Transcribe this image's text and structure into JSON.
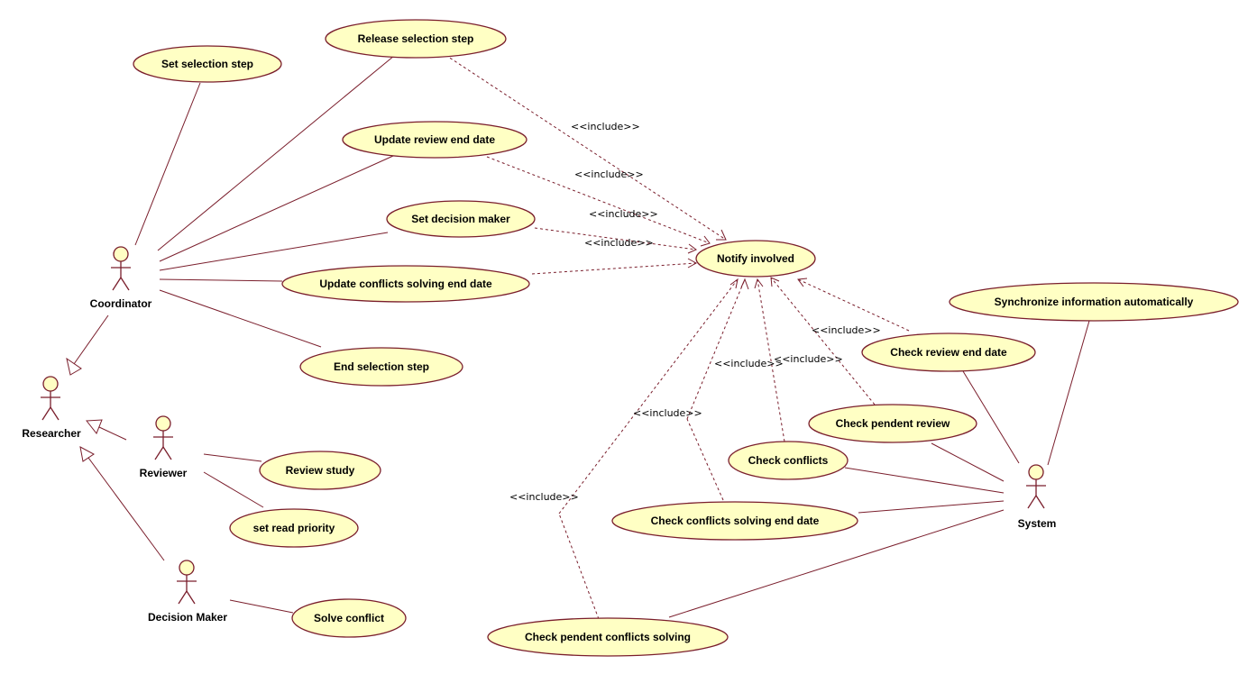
{
  "actors": {
    "coordinator": "Coordinator",
    "researcher": "Researcher",
    "reviewer": "Reviewer",
    "decision_maker": "Decision Maker",
    "system": "System"
  },
  "use_cases": {
    "set_selection_step": "Set selection step",
    "release_selection_step": "Release selection step",
    "update_review_end_date": "Update review end date",
    "set_decision_maker": "Set decision maker",
    "update_conflicts_solving_end_date": "Update conflicts solving end date",
    "end_selection_step": "End selection step",
    "notify_involved": "Notify involved",
    "synchronize_information": "Synchronize information automatically",
    "check_review_end_date": "Check review end date",
    "check_pendent_review": "Check pendent review",
    "check_conflicts": "Check conflicts",
    "check_conflicts_solving_end_date": "Check conflicts solving end  date",
    "check_pendent_conflicts_solving": "Check  pendent conflicts solving",
    "review_study": "Review study",
    "set_read_priority": "set read priority",
    "solve_conflict": "Solve conflict"
  },
  "relationship_label": "<<include>>",
  "colors": {
    "use_case_fill": "#ffffc4",
    "stroke": "#7a1e2c",
    "background": "#ffffff"
  }
}
